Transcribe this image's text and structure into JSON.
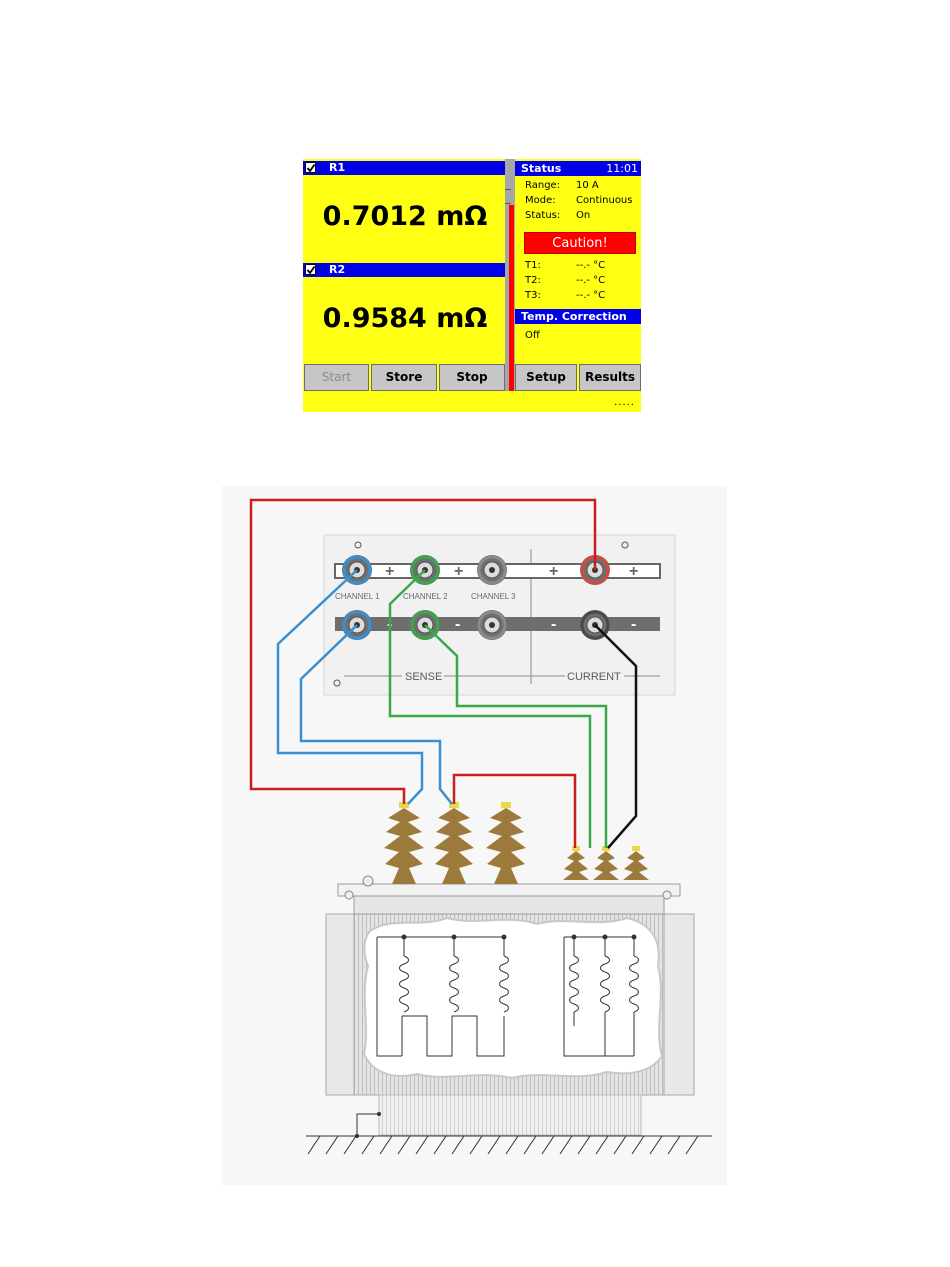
{
  "screen": {
    "channels": [
      {
        "name": "R1",
        "reading": "0.7012 mΩ",
        "checked": true
      },
      {
        "name": "R2",
        "reading": "0.9584 mΩ",
        "checked": true
      }
    ],
    "status": {
      "title": "Status",
      "time": "11:01",
      "range_label": "Range:",
      "range_value": "10 A",
      "mode_label": "Mode:",
      "mode_value": "Continuous",
      "status_label": "Status:",
      "status_value": "On",
      "caution": "Caution!",
      "t1_label": "T1:",
      "t1_value": "--.- °C",
      "t2_label": "T2:",
      "t2_value": "--.- °C",
      "t3_label": "T3:",
      "t3_value": "--.- °C"
    },
    "temp_correction": {
      "title": "Temp. Correction",
      "value": "Off"
    },
    "buttons": {
      "start": "Start",
      "store": "Store",
      "stop": "Stop",
      "setup": "Setup",
      "results": "Results"
    },
    "dots": "....."
  },
  "diagram": {
    "panel": {
      "plus_signs": [
        "+",
        "+",
        "+",
        "+"
      ],
      "minus_signs": [
        "-",
        "-",
        "-",
        "-"
      ],
      "channel_labels": [
        "CHANNEL 1",
        "CHANNEL 2",
        "CHANNEL 3"
      ],
      "sense_label": "SENSE",
      "current_label": "CURRENT"
    },
    "colors": {
      "channel1": "#3a8fd0",
      "channel2": "#3aa84a",
      "current_plus": "#c81e1e",
      "current_minus": "#111111",
      "bushing": "#9c7a3c",
      "bushing_cap": "#e8d84a",
      "screen_background": "#ffff14",
      "header_blue": "#0000e6",
      "caution_red": "#ff0000"
    }
  }
}
